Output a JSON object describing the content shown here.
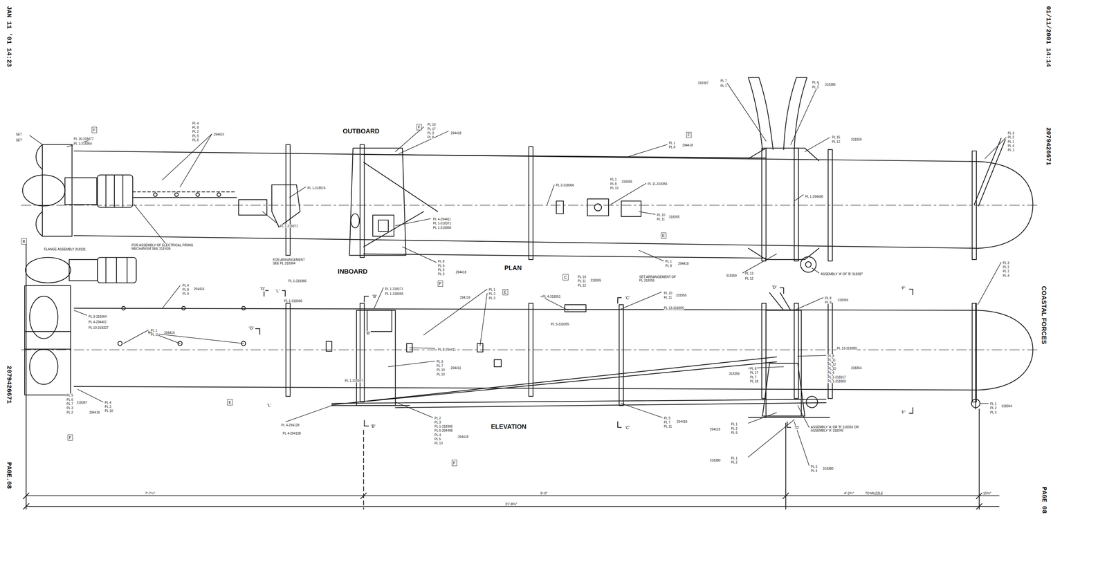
{
  "diagram": {
    "nodes": [
      {
        "text": [
          "F"
        ]
      },
      {
        "text": [
          "F"
        ]
      },
      {
        "text": [
          "F"
        ]
      },
      {
        "text": [
          "B"
        ]
      },
      {
        "text": [
          "F"
        ]
      },
      {
        "text": [
          "E"
        ]
      },
      {
        "text": [
          "C"
        ]
      },
      {
        "text": [
          "E"
        ]
      },
      {
        "text": [
          "E"
        ]
      },
      {
        "text": [
          "F"
        ]
      },
      {
        "text": [
          "F"
        ]
      }
    ],
    "labels": [
      "SET",
      "SET",
      "PL 16-318477",
      "PL 1-318364",
      "PL 4",
      "PL 8",
      "PL 2",
      "PL 5",
      "PL 6",
      "294410",
      "OUTBOARD",
      "PL 13",
      "PL 17",
      "PL 3",
      "PL 8",
      "294418",
      "PL 1",
      "PL 8",
      "294418",
      "PL 7",
      "PL 1",
      "318387",
      "PL 4",
      "PL 3",
      "318386",
      "PL 15",
      "PL 12",
      "318359",
      "PL 3",
      "PL 2",
      "PL 1",
      "PL 4",
      "PL 1",
      "PL 1-318574",
      "PL 1-318371",
      "PL 2-318366",
      "PL 1",
      "PL 8",
      "PL 10",
      "318355",
      "PL 11-318355",
      "PL 10",
      "PL 11",
      "318355",
      "PL 1-294680",
      "FOR ASSEMBLY OF ELECTRICAL FIRING MECHANISM SEE 318 606",
      "FLANGE ASSEMBLY 318331",
      "PL 4-294411",
      "PL 1-318371",
      "PL 1-318366",
      "PL 8",
      "PL 9",
      "PL 5",
      "PL 3",
      "294418",
      "INBOARD",
      "PLAN",
      "PL 1",
      "PL 8",
      "294418",
      "PL 13",
      "PL 12",
      "318359",
      "ASSEMBLY 'A' OF 'B' 318387",
      "'D'",
      "'F'",
      "'F'",
      "'D'",
      "'G'",
      "'G'",
      "'L'",
      "'L'",
      "'B'",
      "'B'",
      "'B'",
      "'C'",
      "'C'",
      "FOR ARRANGEMENT SEE PL 318364",
      "PL 1-318366",
      "PL 1-318371",
      "PL 1-318369",
      "PL 1",
      "PL 2",
      "PL 3",
      "294116",
      "PL 4-318351",
      "PL 10",
      "PL 11",
      "PL 12",
      "318355",
      "SET ARRANGEMENT OF PL 318355",
      "PL 10",
      "PL 11",
      "318355",
      "PL 13-318355",
      "PL 5-318355",
      "PL 3-318364",
      "PL 4-294401",
      "PL 10-318327",
      "PL 4",
      "PL 8",
      "PL 9",
      "294416",
      "PL 1",
      "PL 11",
      "294416",
      "PL 1-318366",
      "PL 8-294411",
      "PL 3",
      "PL 7",
      "PL 10",
      "PL 10",
      "294411",
      "PL 1-318387",
      "PL 4",
      "PL 3",
      "PL 10",
      "294416",
      "PL 5",
      "PL 6",
      "PL 7",
      "PL 3",
      "PL 2",
      "318387",
      "PL 13-318389",
      "PL 8",
      "PL 11",
      "PL 12",
      "PL 10",
      "PL 4",
      "PL 1-318317",
      "PL 1-318369",
      "318354",
      "PL 8",
      "PL 9",
      "318359",
      "PL 8",
      "PL 17",
      "PL 7",
      "PL 18",
      "318359",
      "PL 1",
      "PL 2",
      "PL 9",
      "294118",
      "PL 1",
      "PL 2",
      "318380",
      "PL 3",
      "PL 4",
      "318380",
      "ASSEMBLY 'A' OR 'B' 318363 OR ASSEMBLY 'A' 318340",
      "PL 3",
      "PL 2",
      "PL 1",
      "PL 4",
      "PL 1",
      "PL 2",
      "PL 3",
      "318364",
      "PL 5",
      "PL 7",
      "PL 11",
      "294418",
      "PL 2",
      "PL 3",
      "PL 1-318366",
      "PL 6-294408",
      "PL 4",
      "PL 5",
      "PL 13",
      "294418",
      "ELEVATION",
      "PL 4-294128",
      "PL 4-294108",
      "COASTAL FORCES",
      "01/11/2001 14:14",
      "2079426671",
      "PAGE 08",
      "JAN 11 '01 14:23",
      "2079426671",
      "PAGE.08",
      "7'-7½\"",
      "9'-0\"",
      "4'-2¾\"",
      "TO MUZZLE",
      "10⅜\"",
      "21'-8⅜\""
    ]
  }
}
